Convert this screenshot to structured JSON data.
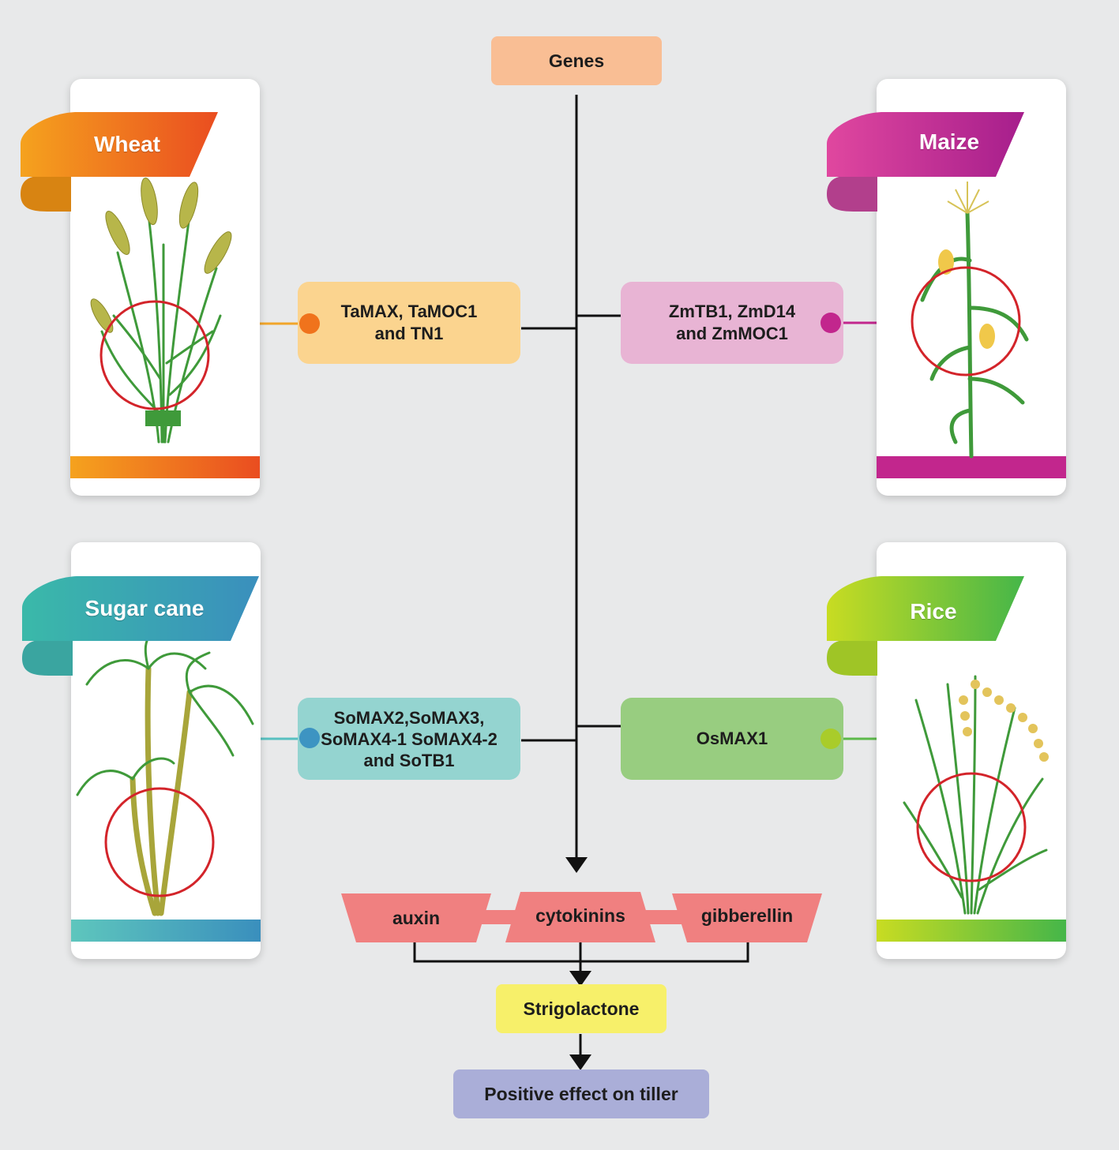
{
  "top": {
    "label": "Genes",
    "color": "#f9be94"
  },
  "crops": {
    "wheat": {
      "name": "Wheat",
      "genes": "TaMAX, TaMOC1\nand TN1",
      "box_color": "#fbd48f",
      "grad_start": "#f5a21e",
      "grad_end": "#ea4d20",
      "dot_color": "#f0731c",
      "line_color": "#f1a52a"
    },
    "maize": {
      "name": "Maize",
      "genes": "ZmTB1, ZmD14\nand ZmMOC1",
      "box_color": "#e8b4d4",
      "grad_start": "#e0479f",
      "grad_end": "#a61e8c",
      "dot_color": "#c2268d",
      "line_color": "#c2268d"
    },
    "sugarcane": {
      "name": "Sugar cane",
      "genes": "SoMAX2,SoMAX3,\nSoMAX4-1 SoMAX4-2\nand SoTB1",
      "box_color": "#94d4d0",
      "grad_start": "#3ab9a9",
      "grad_end": "#3a8fbd",
      "dot_color": "#3d94c2",
      "line_color": "#57c0c0"
    },
    "rice": {
      "name": "Rice",
      "genes": "OsMAX1",
      "box_color": "#98cd80",
      "grad_start": "#c8dc22",
      "grad_end": "#45b649",
      "dot_color": "#a9cc2a",
      "line_color": "#5cb94a"
    }
  },
  "hormones": [
    {
      "label": "auxin"
    },
    {
      "label": "cytokinins"
    },
    {
      "label": "gibberellin"
    }
  ],
  "hormone_color": "#f08080",
  "strigolactone": {
    "label": "Strigolactone",
    "color": "#f7f06a"
  },
  "result": {
    "label": "Positive effect on tiller",
    "color": "#aaaed8"
  },
  "highlight_circle_color": "#d3242a"
}
